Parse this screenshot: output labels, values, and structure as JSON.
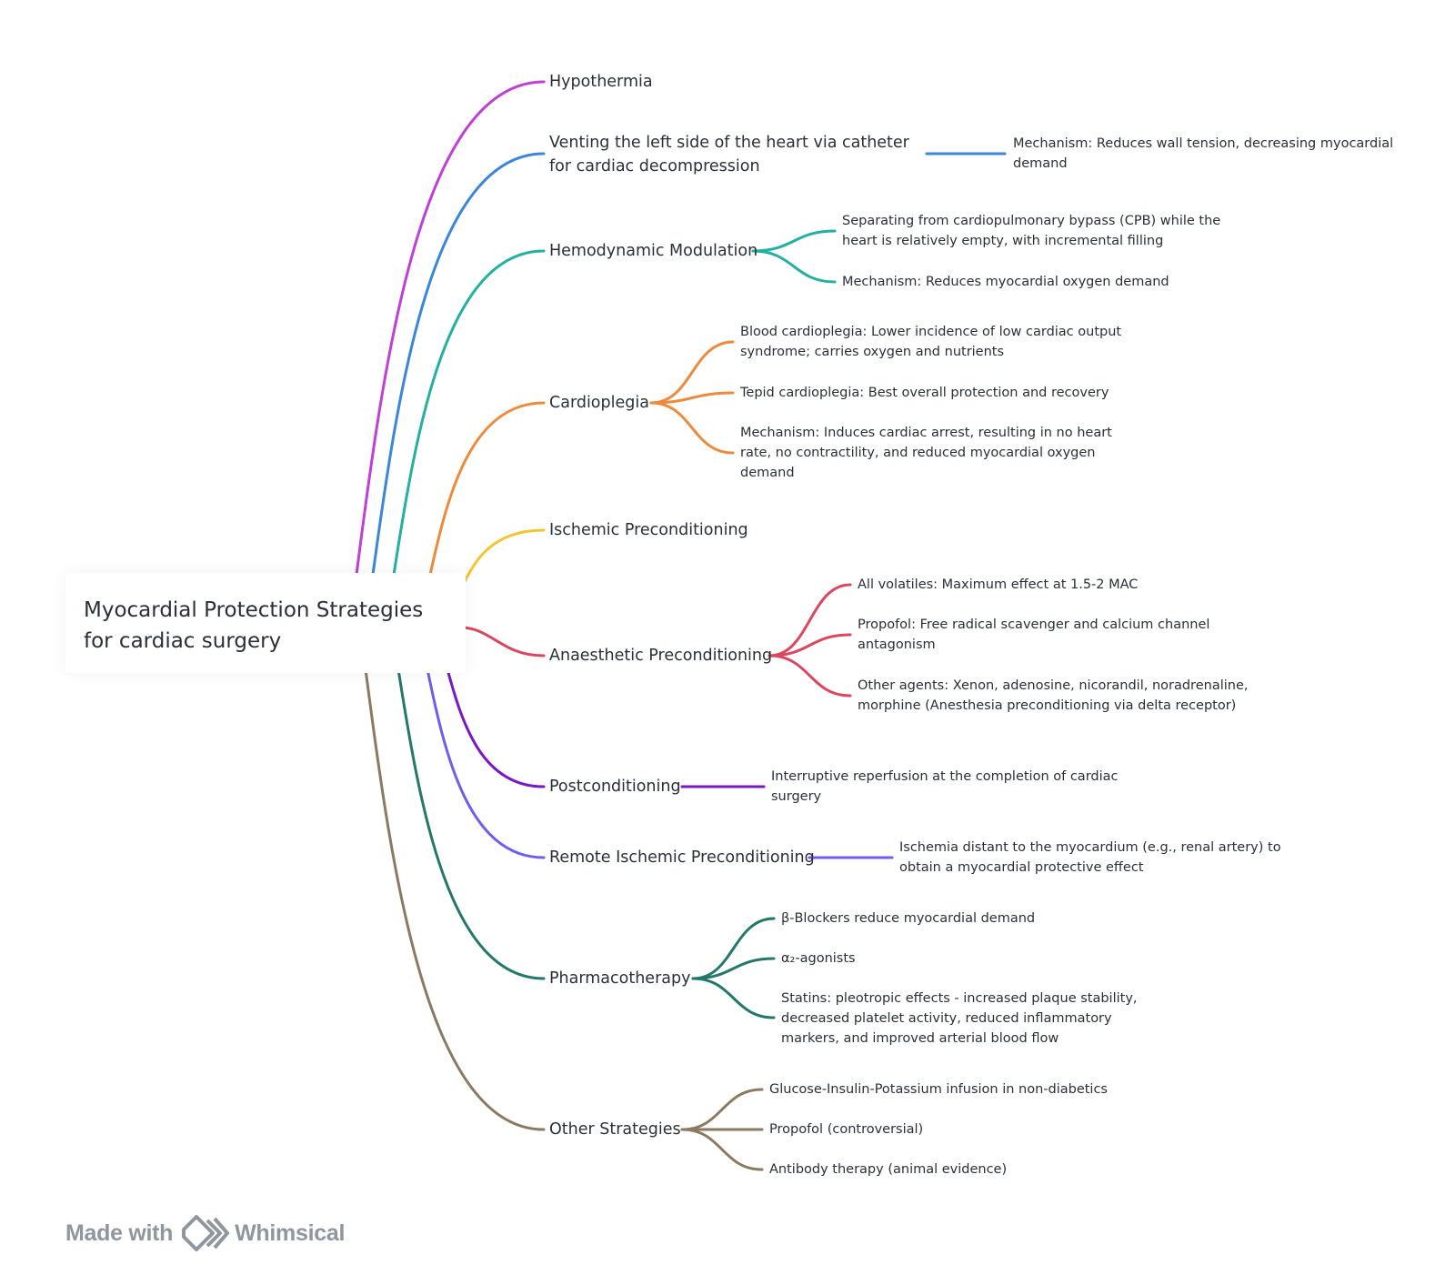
{
  "root": {
    "label": "Myocardial Protection Strategies for cardiac surgery"
  },
  "branches": [
    {
      "id": "hypothermia",
      "label": "Hypothermia",
      "color": "#c03fd6",
      "children": []
    },
    {
      "id": "venting",
      "label": "Venting the left side of the heart via catheter for cardiac decompression",
      "color": "#3a86d8",
      "children": [
        "Mechanism: Reduces wall tension, decreasing myocardial demand"
      ]
    },
    {
      "id": "hemodynamic",
      "label": "Hemodynamic Modulation",
      "color": "#23b0a3",
      "children": [
        "Separating from cardiopulmonary bypass (CPB) while the heart is relatively empty, with incremental filling",
        "Mechanism: Reduces myocardial oxygen demand"
      ]
    },
    {
      "id": "cardioplegia",
      "label": "Cardioplegia",
      "color": "#ee8a3c",
      "children": [
        "Blood cardioplegia: Lower incidence of low cardiac output syndrome; carries oxygen and nutrients",
        "Tepid cardioplegia: Best overall protection and recovery",
        "Mechanism: Induces cardiac arrest, resulting in no heart rate, no contractility, and reduced myocardial oxygen demand"
      ]
    },
    {
      "id": "ischemic",
      "label": "Ischemic Preconditioning",
      "color": "#f5c431",
      "children": []
    },
    {
      "id": "anaesthetic",
      "label": "Anaesthetic Preconditioning",
      "color": "#d94860",
      "children": [
        "All volatiles: Maximum effect at 1.5-2 MAC",
        "Propofol: Free radical scavenger and calcium channel antagonism",
        "Other agents: Xenon, adenosine, nicorandil, noradrenaline, morphine (Anesthesia preconditioning via delta receptor)"
      ]
    },
    {
      "id": "postconditioning",
      "label": "Postconditioning",
      "color": "#7a17c4",
      "children": [
        "Interruptive reperfusion at the completion of cardiac surgery"
      ]
    },
    {
      "id": "remote",
      "label": "Remote Ischemic Preconditioning",
      "color": "#6d5ef0",
      "children": [
        "Ischemia distant to the myocardium (e.g., renal artery) to obtain a myocardial protective effect"
      ]
    },
    {
      "id": "pharmacotherapy",
      "label": "Pharmacotherapy",
      "color": "#24786a",
      "children": [
        "β-Blockers reduce myocardial demand",
        "α₂-agonists",
        "Statins: pleotropic effects - increased plaque stability, decreased platelet activity, reduced inflammatory markers, and improved arterial blood flow"
      ]
    },
    {
      "id": "other",
      "label": "Other Strategies",
      "color": "#8b7a61",
      "children": [
        "Glucose-Insulin-Potassium infusion in non-diabetics",
        "Propofol (controversial)",
        "Antibody therapy (animal evidence)"
      ]
    }
  ],
  "footer": {
    "made_with": "Made with",
    "brand": "Whimsical",
    "text_color": "#8f969e"
  }
}
